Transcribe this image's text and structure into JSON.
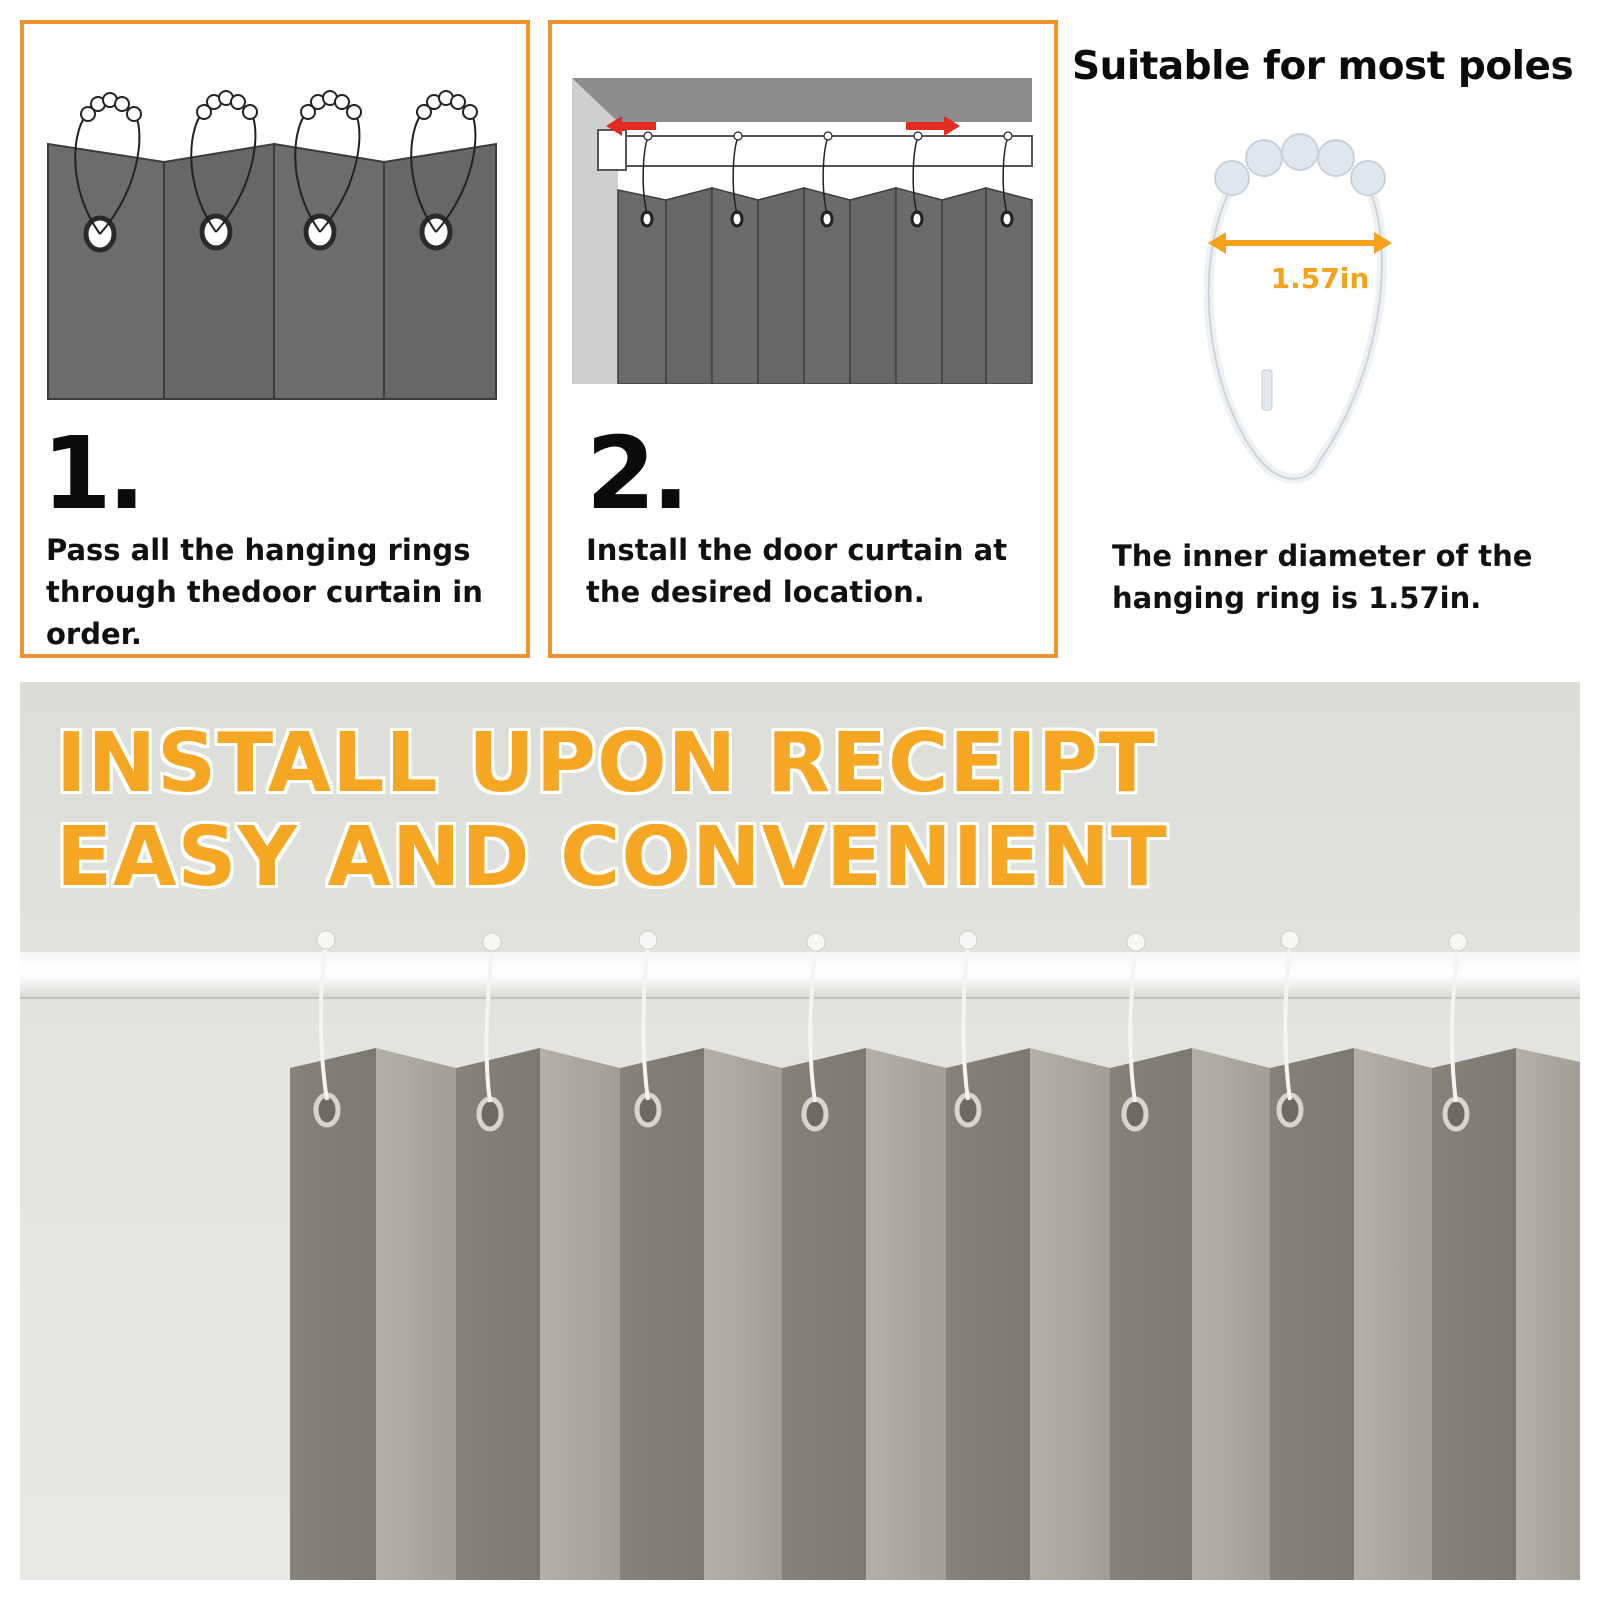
{
  "steps": [
    {
      "number": "1.",
      "text": "Pass all the hanging rings through thedoor curtain in order."
    },
    {
      "number": "2.",
      "text": "Install the door curtain at the desired location."
    }
  ],
  "poles": {
    "title": "Suitable for most poles",
    "ring_size": "1.57in",
    "description": "The inner diameter of the hanging ring is 1.57in."
  },
  "banner": {
    "line1": "INSTALL UPON RECEIPT",
    "line2": "EASY AND CONVENIENT"
  },
  "colors": {
    "accent_orange": "#f0922e",
    "headline_yellow": "#f5a623",
    "curtain_dark": "#6a6a6a",
    "curtain_linen": "#8c8a80",
    "arrow_red": "#e32b21"
  },
  "icons": [
    "hanging-ring-icon",
    "curtain-rod-icon",
    "direction-arrow-icon"
  ]
}
